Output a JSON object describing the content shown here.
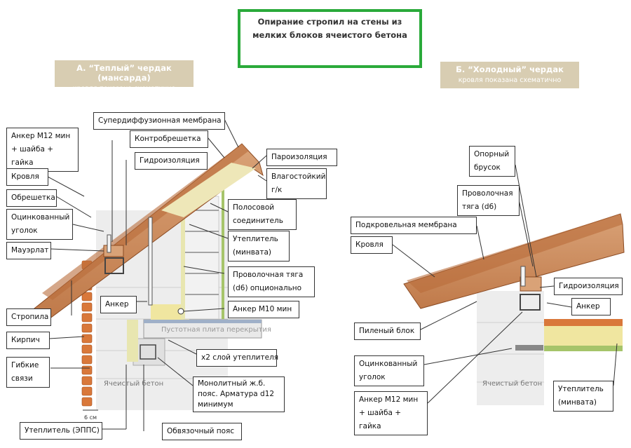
{
  "title": {
    "line1": "Опирание стропил на стены из",
    "line2": "мелких блоков ячеистого бетона"
  },
  "colors": {
    "title_border": "#2aaa3a",
    "header_bg": "#d8cdb2",
    "roof": "#c8875a",
    "brick": "#d9783a",
    "insulation": "#e8e6b0",
    "concrete": "#ededed"
  },
  "panel_a": {
    "heading": "А. “Теплый” чердак  (мансарда)",
    "subheading": "кровля показана схематично",
    "labels": {
      "anchor_m12": "Анкер М12 мин + шайба + гайка",
      "roofing": "Кровля",
      "batten": "Обрешетка",
      "galv_angle": "Оцинкованный уголок",
      "mauerlat": "Мауэрлат",
      "rafters": "Стропила",
      "brick": "Кирпич",
      "ties": "Гибкие связи",
      "eps": "Утеплитель (ЭППС)",
      "membrane": "Супердиффузионная мембрана",
      "counter_batten": "Контробрешетка",
      "waterproofing": "Гидроизоляция",
      "vapor_barrier": "Пароизоляция",
      "gypsum_board": "Влагостойкий г/к",
      "strip_connector": "Полосовой соединитель",
      "mineral_wool": "Утеплитель (минвата)",
      "wire_tie": "Проволочная тяга (d6) опционально",
      "anchor": "Анкер",
      "anchor_m10": "Анкер  М10 мин",
      "hollow_slab": "Пустотная плита перекрытия",
      "double_insulation": "x2 слой утеплителя",
      "aerated_concrete": "Ячеистый бетон",
      "monolithic_belt": "Монолитный ж.б. пояс.  Арматура d12 минимум",
      "tie_belt": "Обвязочный пояс",
      "dimension": "6 см"
    }
  },
  "panel_b": {
    "heading": "Б. “Холодный” чердак",
    "subheading": "кровля показана схематично",
    "labels": {
      "support_bar": "Опорный брусок",
      "wire_tie": "Проволочная тяга (d6)",
      "underroof_membrane": "Подкровельная мембрана",
      "roofing": "Кровля",
      "waterproofing": "Гидроизоляция",
      "anchor": "Анкер",
      "sawn_block": "Пиленый блок",
      "galv_angle": "Оцинкованный уголок",
      "anchor_m12": "Анкер  М12 мин + шайба + гайка",
      "aerated_concrete": "Ячеистый бетон",
      "mineral_wool": "Утеплитель (минвата)"
    }
  }
}
